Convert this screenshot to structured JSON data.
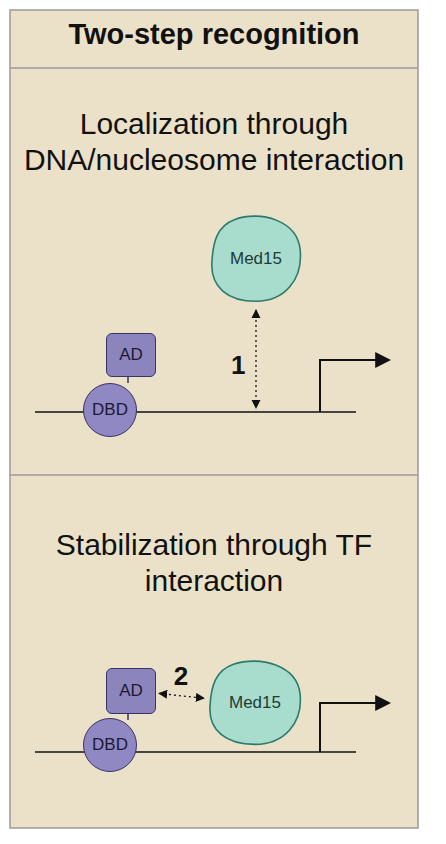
{
  "diagram": {
    "title": "Two-step recognition",
    "nodes": [
      {
        "text": [
          "Localization through DNA/nucleosome interaction"
        ]
      },
      {
        "text": [
          "Med15"
        ],
        "in": 0
      },
      {
        "text": [
          "AD"
        ],
        "in": 0
      },
      {
        "text": [
          "DBD"
        ],
        "in": 0
      },
      {
        "text": [
          "Stabilization through TF interaction"
        ]
      },
      {
        "text": [
          "AD"
        ],
        "in": 4
      },
      {
        "text": [
          "DBD"
        ],
        "in": 4
      },
      {
        "text": [
          "Med15"
        ],
        "in": 4
      }
    ],
    "edges": [
      {
        "from": 5,
        "to": 7,
        "arrow": "both",
        "label": "2"
      }
    ],
    "labels": [
      "1"
    ]
  }
}
